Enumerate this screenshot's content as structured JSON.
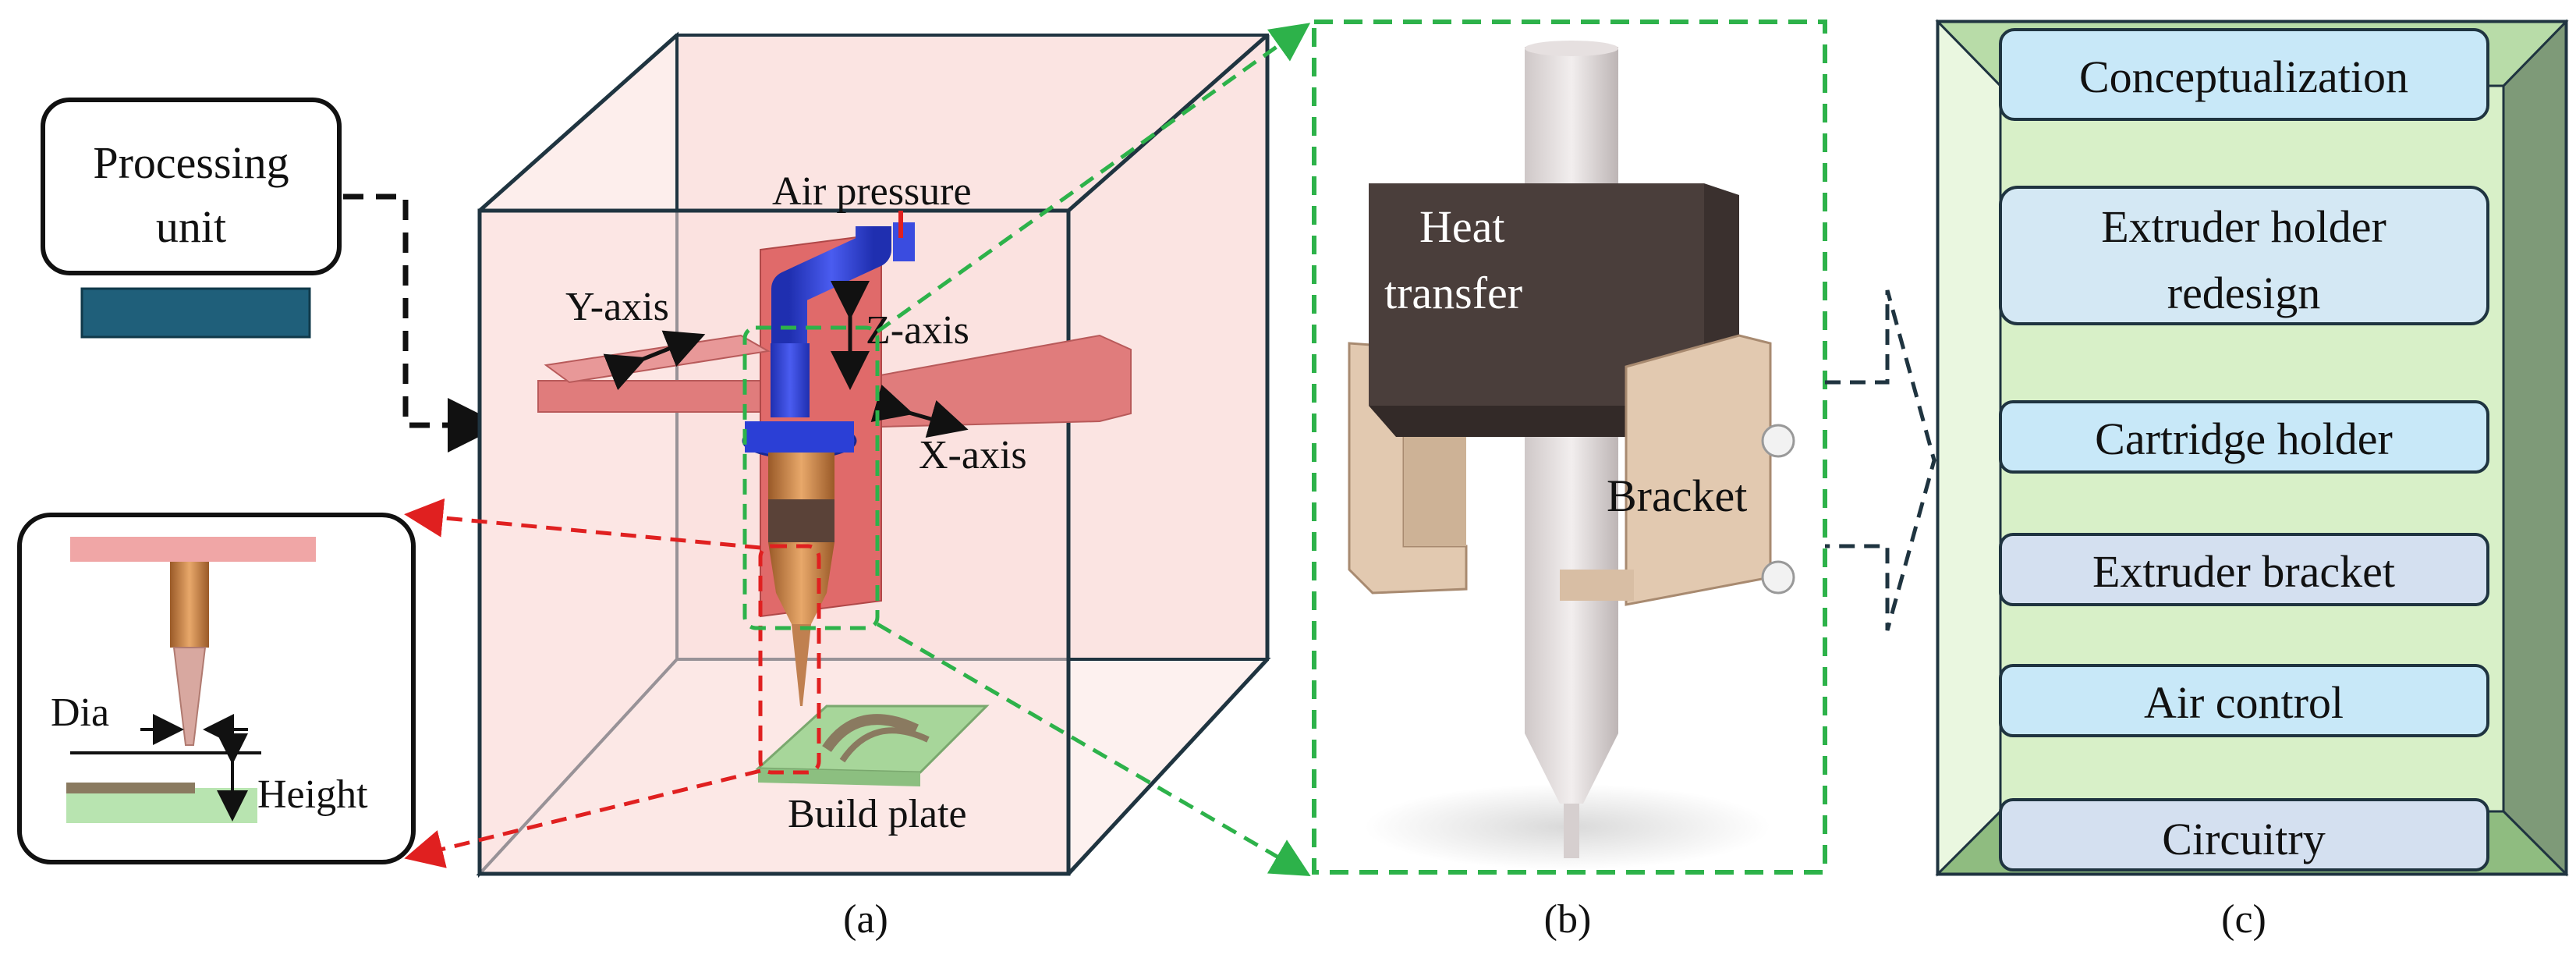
{
  "panel_a": {
    "caption": "(a)",
    "processing_unit_line1": "Processing",
    "processing_unit_line2": "unit",
    "air_pressure": "Air pressure",
    "y_axis": "Y-axis",
    "z_axis": "Z-axis",
    "x_axis": "X-axis",
    "build_plate": "Build plate",
    "inset_dia": "Dia",
    "inset_height": "Height"
  },
  "panel_b": {
    "caption": "(b)",
    "heat_transfer_line1": "Heat",
    "heat_transfer_line2": "transfer",
    "bracket": "Bracket"
  },
  "panel_c": {
    "caption": "(c)",
    "steps": [
      {
        "line1": "Conceptualization",
        "line2": ""
      },
      {
        "line1": "Extruder holder",
        "line2": "redesign"
      },
      {
        "line1": "Cartridge holder",
        "line2": ""
      },
      {
        "line1": "Extruder bracket",
        "line2": ""
      },
      {
        "line1": "Air control",
        "line2": ""
      },
      {
        "line1": "Circuitry",
        "line2": ""
      }
    ]
  },
  "colors": {
    "frame": "#1f3440",
    "box_fill": "#fbecea",
    "gantry": "#e07c7c",
    "nozzle_blue": "#2b3fd6",
    "nozzle_copper": "#c98a4a",
    "green_dash": "#2db24a",
    "red_dash": "#e02020",
    "panel_c_bg": "#d8f0c8",
    "panel_c_side": "#7e9a78",
    "step_fill": "#c8e8f8",
    "processing_base": "#1f5f7a"
  }
}
